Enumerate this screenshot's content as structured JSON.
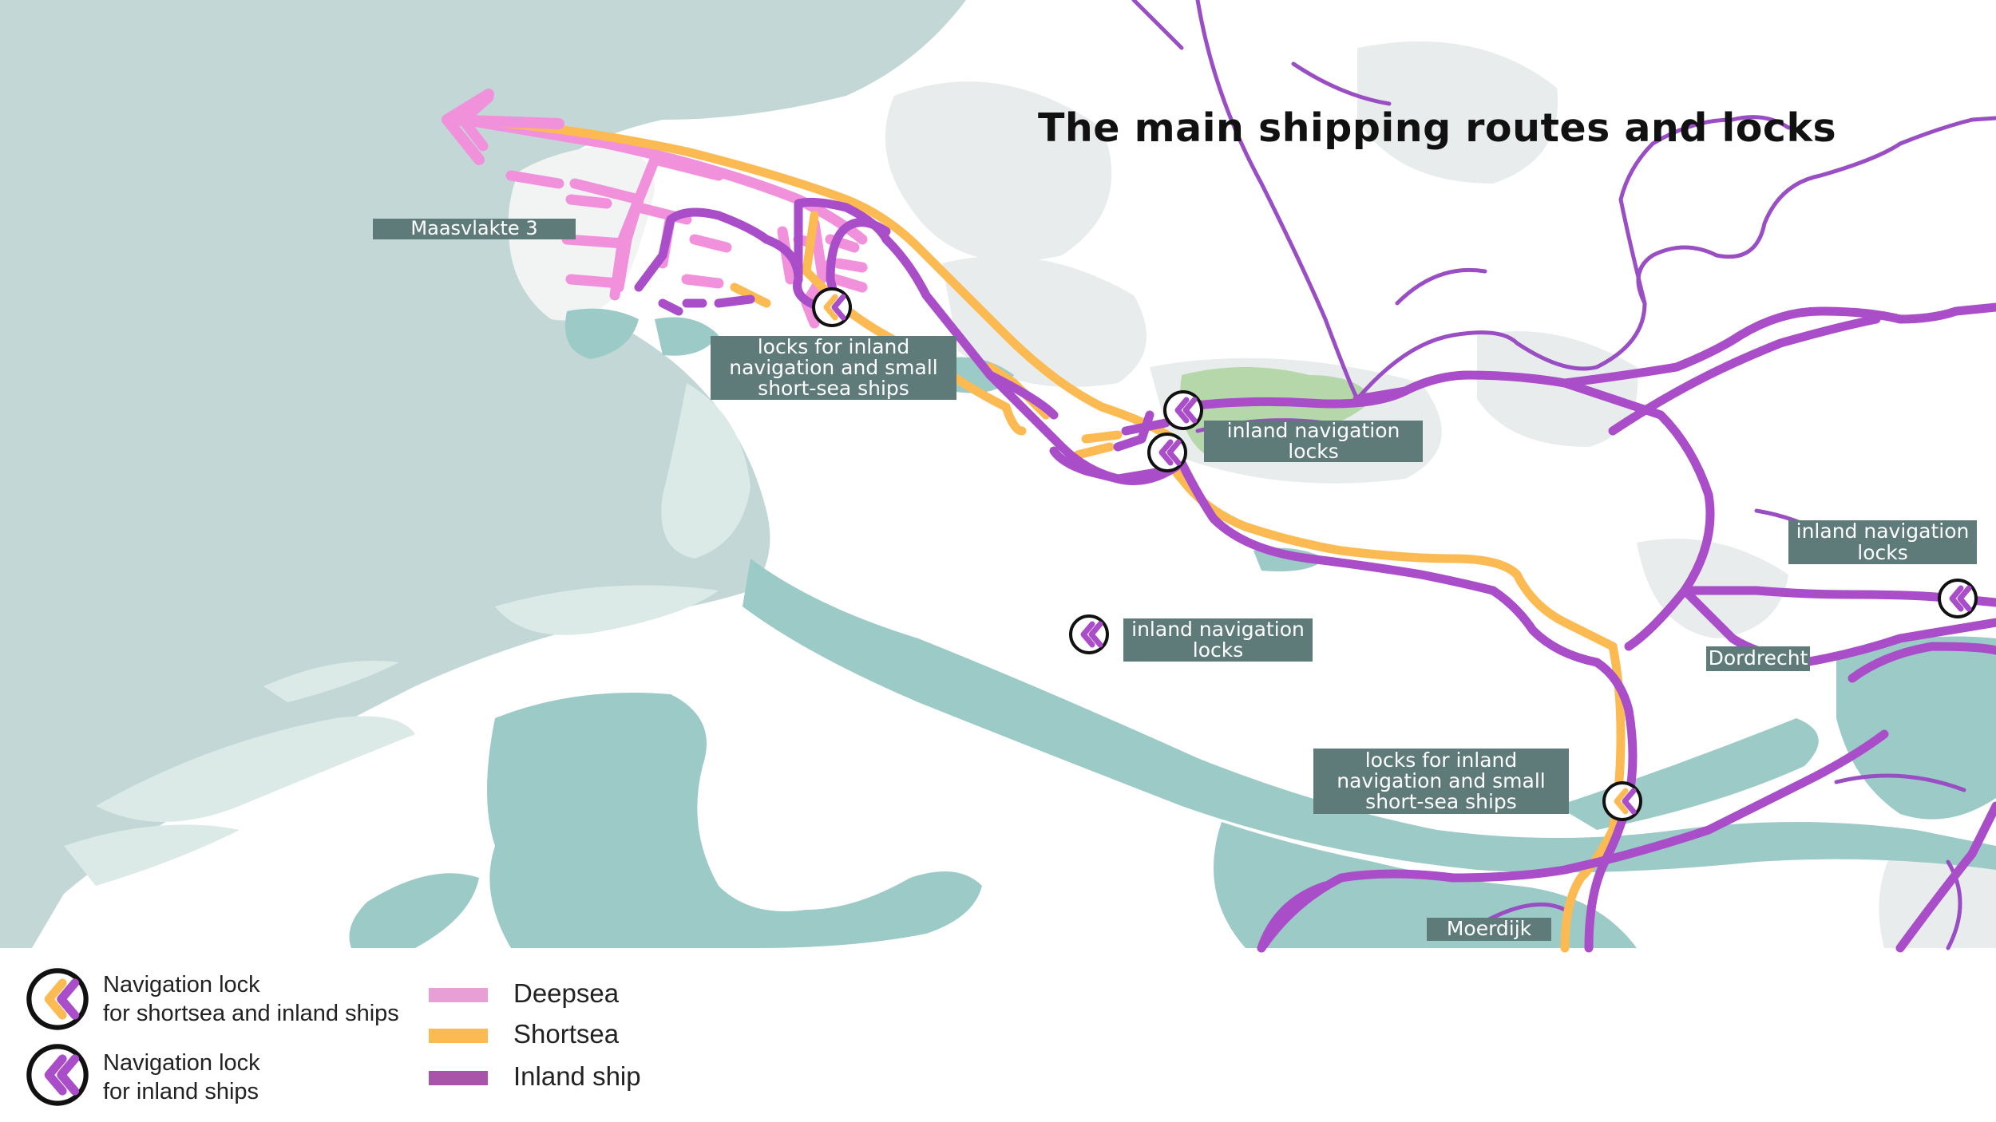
{
  "title": "The main shipping routes and locks",
  "colors": {
    "sea": "#c3d8d6",
    "water": "#9ccac6",
    "shallow": "#dbe9e7",
    "land": "#ffffff",
    "urban": "#e9ecec",
    "label_bg": "#5e7b7a",
    "deepsea": "#f191dc",
    "shortsea": "#fcba53",
    "inland": "#a94ec8",
    "inland_thin": "#9a4ec4",
    "green": "#9ccc8a"
  },
  "map_labels": {
    "maasvlakte": "Maasvlakte 3",
    "lock_west": [
      "locks for inland",
      "navigation and small",
      "short-sea ships"
    ],
    "lock_center": [
      "inland navigation",
      "locks"
    ],
    "lock_right": [
      "inland navigation",
      "locks"
    ],
    "lock_south": [
      "inland navigation",
      "locks"
    ],
    "lock_moerdijk": [
      "locks for inland",
      "navigation and small",
      "short-sea ships"
    ],
    "dordrecht": "Dordrecht",
    "moerdijk": "Moerdijk"
  },
  "legend": {
    "lock_mixed": [
      "Navigation lock",
      "for shortsea and inland ships"
    ],
    "lock_inland": [
      "Navigation lock",
      "for inland ships"
    ],
    "series": [
      {
        "name": "Deepsea",
        "color": "#e79fd6"
      },
      {
        "name": "Shortsea",
        "color": "#fcba53"
      },
      {
        "name": "Inland ship",
        "color": "#a855a9"
      }
    ]
  },
  "icons": {
    "lock_mixed": "chevron-double-left-orange-purple",
    "lock_inland": "chevron-double-left-purple"
  }
}
